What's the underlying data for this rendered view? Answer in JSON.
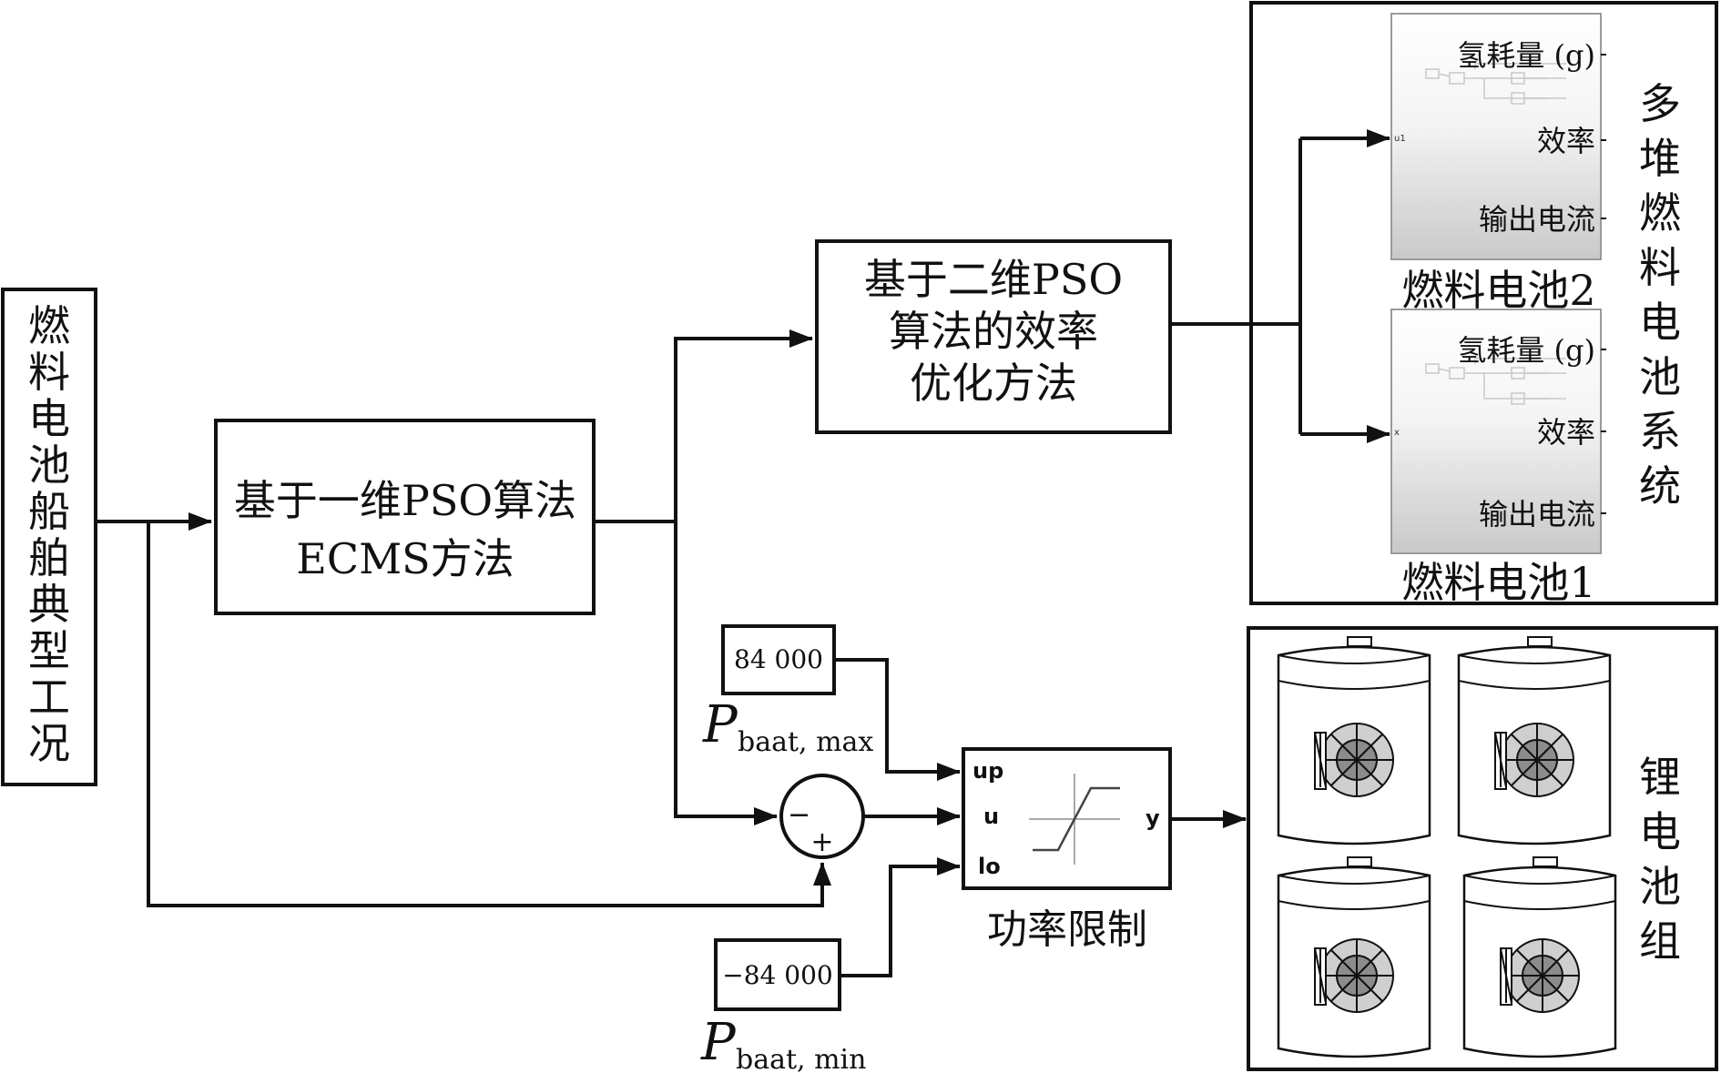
{
  "blocks": {
    "input": {
      "chars": [
        "燃",
        "料",
        "电",
        "池",
        "船",
        "舶",
        "典",
        "型",
        "工",
        "况"
      ]
    },
    "ecms": {
      "line1": "基于一维PSO算法",
      "line2": "ECMS方法"
    },
    "pso2": {
      "line1": "基于二维PSO",
      "line2": "算法的效率",
      "line3": "优化方法"
    },
    "fuel_cell_2": {
      "label": "燃料电池2",
      "ports": [
        "氢耗量 (g)",
        "效率",
        "输出电流"
      ],
      "in_port": "u1"
    },
    "fuel_cell_1": {
      "label": "燃料电池1",
      "ports": [
        "氢耗量 (g)",
        "效率",
        "输出电流"
      ],
      "in_port": "x"
    },
    "fc_system": {
      "chars": [
        "多",
        "堆",
        "燃",
        "料",
        "电",
        "池",
        "系",
        "统"
      ]
    },
    "const_max": {
      "value": "84 000",
      "symbol": "P",
      "subscript": "baat, max"
    },
    "const_min": {
      "value": "−84 000",
      "symbol": "P",
      "subscript": "baat, min"
    },
    "sum": {
      "minus": "−",
      "plus": "+"
    },
    "saturation": {
      "label": "功率限制",
      "port_up": "up",
      "port_u": "u",
      "port_lo": "lo",
      "port_y": "y"
    },
    "battery": {
      "chars": [
        "锂",
        "电",
        "池",
        "组"
      ]
    }
  }
}
